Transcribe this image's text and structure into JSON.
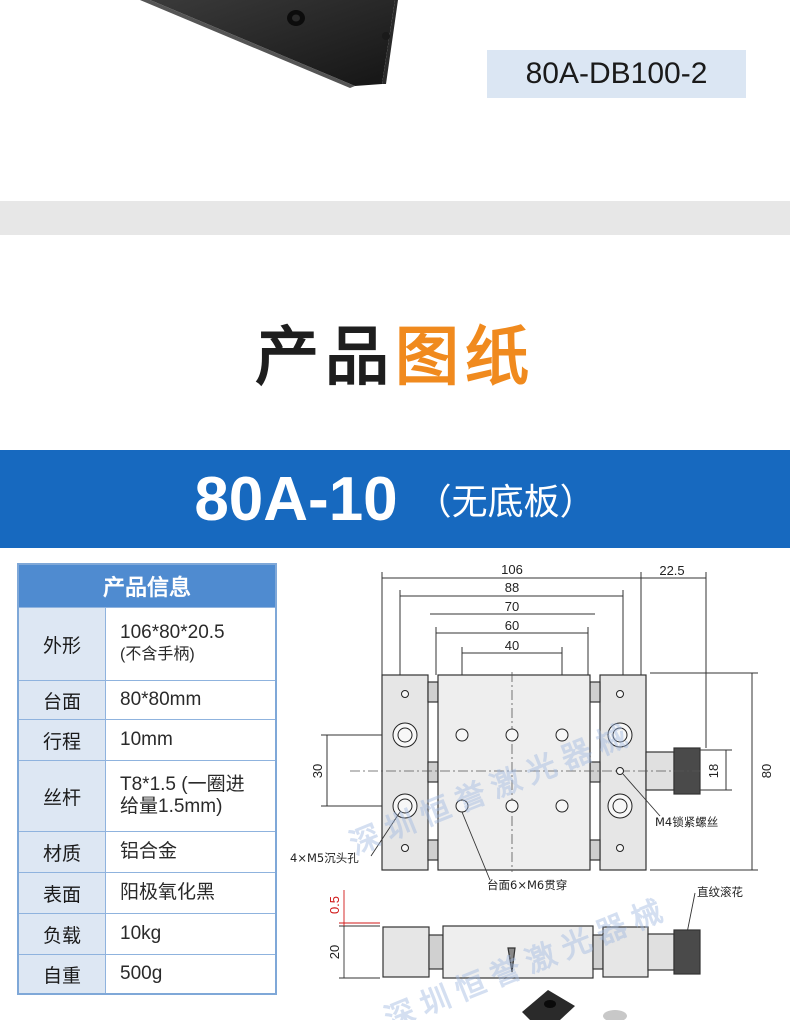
{
  "product_photo": {
    "model_tag": "80A-DB100-2"
  },
  "section_title": {
    "part1": "产品",
    "part2": "图纸"
  },
  "banner": {
    "model": "80A-10",
    "subtitle": "（无底板）"
  },
  "spec_table": {
    "header": "产品信息",
    "rows": [
      {
        "key": "外形",
        "value": "106*80*20.5",
        "note": "(不含手柄)"
      },
      {
        "key": "台面",
        "value": "80*80mm"
      },
      {
        "key": "行程",
        "value": "10mm"
      },
      {
        "key": "丝杆",
        "value": "T8*1.5 (一圈进",
        "value2": "给量1.5mm)"
      },
      {
        "key": "材质",
        "value": "铝合金"
      },
      {
        "key": "表面",
        "value": "阳极氧化黑"
      },
      {
        "key": "负载",
        "value": "10kg"
      },
      {
        "key": "自重",
        "value": "500g"
      }
    ]
  },
  "drawing": {
    "dims": {
      "d106": "106",
      "d88": "88",
      "d70": "70",
      "d60": "60",
      "d40": "40",
      "d22_5": "22.5",
      "d30": "30",
      "d18": "18",
      "d80": "80",
      "d0_5": "0.5",
      "d20": "20"
    },
    "annotations": {
      "m4": "M4锁紧螺丝",
      "m5": "4×M5沉头孔",
      "m6": "台面6×M6贯穿",
      "knurl": "直纹滚花"
    },
    "watermark": "深圳恒誉激光器械"
  }
}
